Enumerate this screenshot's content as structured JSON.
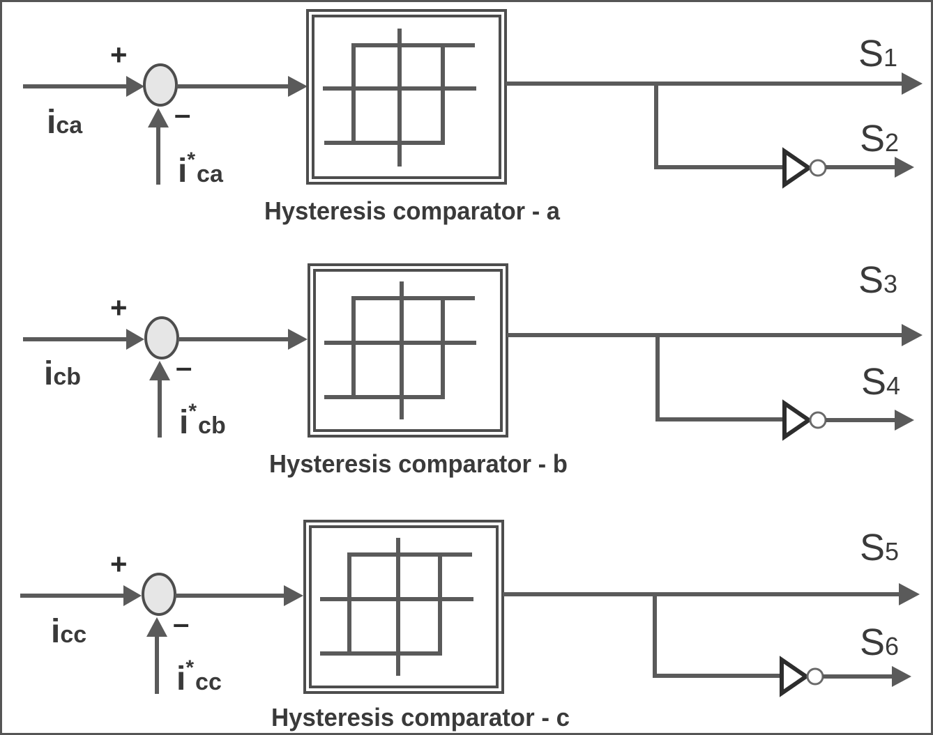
{
  "stages": [
    {
      "input_label": {
        "main": "i",
        "sub": "ca"
      },
      "ref_label": {
        "main": "i",
        "sup": "*",
        "sub": "ca"
      },
      "plus_sign": "+",
      "minus_sign": "–",
      "caption": "Hysteresis comparator - a",
      "out_top": {
        "main": "S",
        "sub": "1"
      },
      "out_bottom": {
        "main": "S",
        "sub": "2"
      }
    },
    {
      "input_label": {
        "main": "i",
        "sub": "cb"
      },
      "ref_label": {
        "main": "i",
        "sup": "*",
        "sub": "cb"
      },
      "plus_sign": "+",
      "minus_sign": "–",
      "caption": "Hysteresis comparator - b",
      "out_top": {
        "main": "S",
        "sub": "3"
      },
      "out_bottom": {
        "main": "S",
        "sub": "4"
      }
    },
    {
      "input_label": {
        "main": "i",
        "sub": "cc"
      },
      "ref_label": {
        "main": "i",
        "sup": "*",
        "sub": "cc"
      },
      "plus_sign": "+",
      "minus_sign": "–",
      "caption": "Hysteresis comparator - c",
      "out_top": {
        "main": "S",
        "sub": "5"
      },
      "out_bottom": {
        "main": "S",
        "sub": "6"
      }
    }
  ]
}
